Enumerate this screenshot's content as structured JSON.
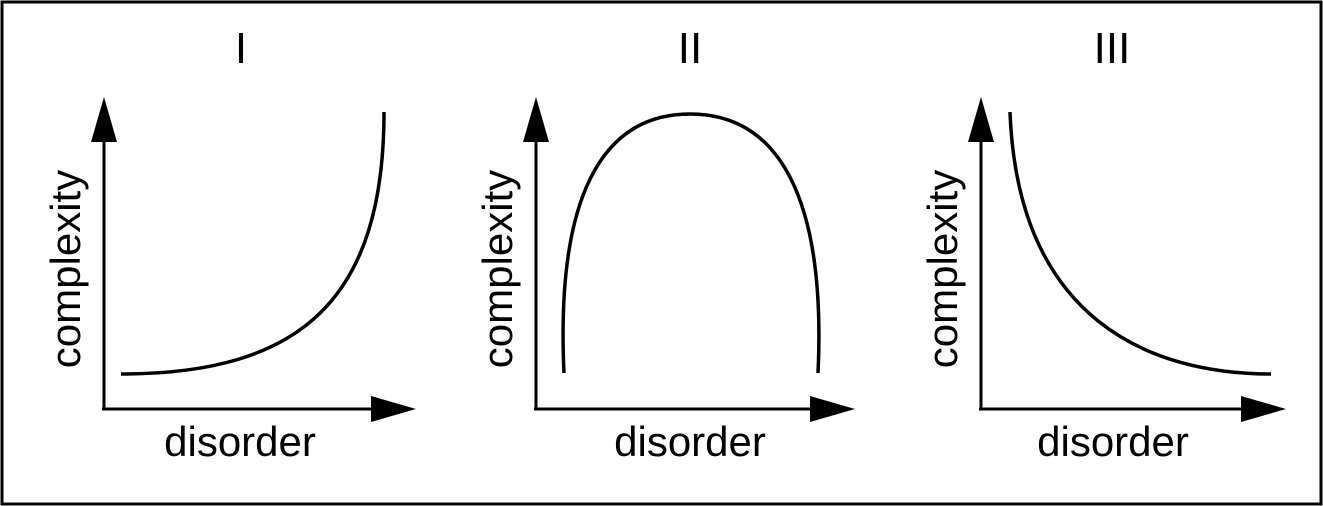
{
  "panels": [
    {
      "title": "I",
      "ylabel": "complexity",
      "xlabel": "disorder",
      "curve": "increasing"
    },
    {
      "title": "II",
      "ylabel": "complexity",
      "xlabel": "disorder",
      "curve": "arch"
    },
    {
      "title": "III",
      "ylabel": "complexity",
      "xlabel": "disorder",
      "curve": "decreasing"
    }
  ],
  "colors": {
    "ink": "#000000",
    "background": "#ffffff"
  }
}
